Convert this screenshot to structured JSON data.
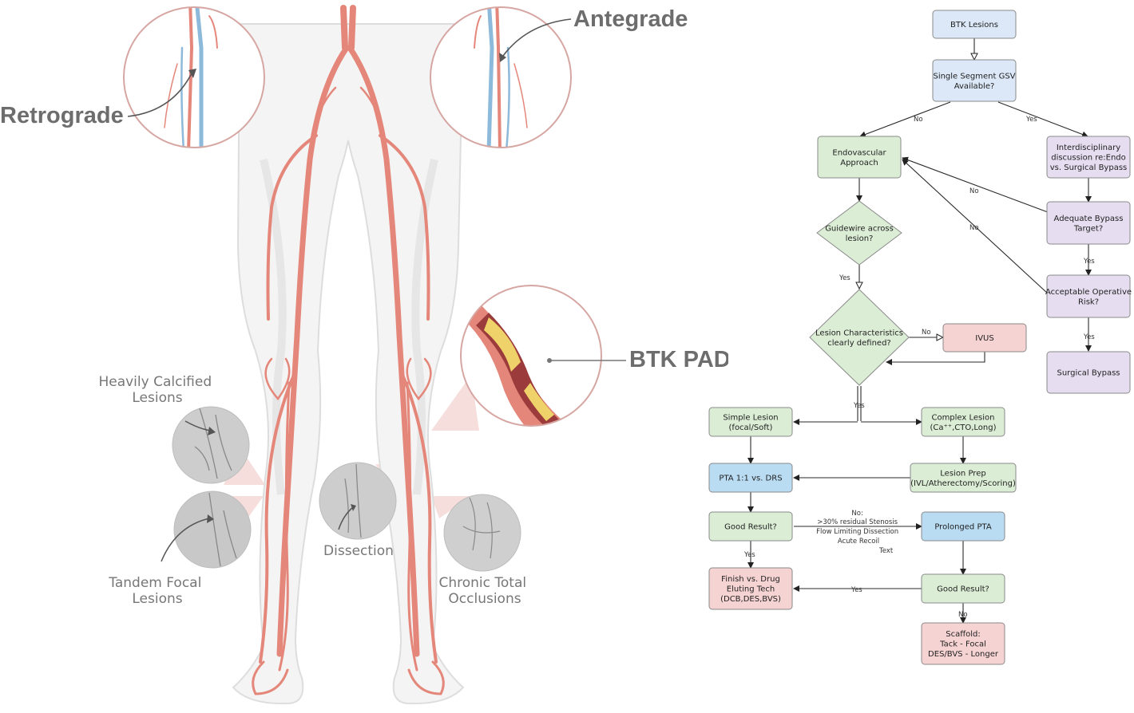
{
  "anatomy": {
    "retrograde": "Retrograde",
    "antegrade": "Antegrade",
    "btk_pad": "BTK PAD",
    "heavily_calcified": [
      "Heavily Calcified",
      "Lesions"
    ],
    "tandem_focal": [
      "Tandem Focal",
      "Lesions"
    ],
    "dissection": "Dissection",
    "cto": [
      "Chronic Total",
      "Occlusions"
    ]
  },
  "colors": {
    "blue": "#dce8f7",
    "green": "#dcedd6",
    "purple": "#e6ddf0",
    "red": "#f6d3d3",
    "strong_blue": "#b9dcf3",
    "artery": "#e4877a",
    "vein": "#8db9da",
    "plaque": "#f0d26a"
  },
  "flow": {
    "btk_lesions": [
      "BTK Lesions"
    ],
    "gsv": [
      "Single Segment GSV",
      "Available?"
    ],
    "endo": [
      "Endovascular",
      "Approach"
    ],
    "interdisc": [
      "Interdisciplinary",
      "discussion re:Endo",
      "vs. Surgical Bypass"
    ],
    "guidewire": [
      "Guidewire across",
      "lesion?"
    ],
    "bypass_target": [
      "Adequate Bypass",
      "Target?"
    ],
    "op_risk": [
      "Acceptable Operative",
      "Risk?"
    ],
    "lesion_char": [
      "Lesion Characteristics",
      "clearly defined?"
    ],
    "ivus": [
      "IVUS"
    ],
    "surgical_bypass": [
      "Surgical Bypass"
    ],
    "simple": [
      "Simple Lesion",
      "(focal/Soft)"
    ],
    "complex": [
      "Complex Lesion",
      "(Ca⁺⁺,CTO,Long)"
    ],
    "pta": [
      "PTA 1:1 vs. DRS"
    ],
    "prep": [
      "Lesion Prep",
      "(IVL/Atherectomy/Scoring)"
    ],
    "good1": [
      "Good Result?"
    ],
    "prolonged": [
      "Prolonged PTA"
    ],
    "finish": [
      "Finish vs. Drug",
      "Eluting Tech",
      "(DCB,DES,BVS)"
    ],
    "good2": [
      "Good Result?"
    ],
    "scaffold": [
      "Scaffold:",
      "Tack - Focal",
      "DES/BVS - Longer"
    ],
    "no_criteria": [
      "No:",
      ">30% residual Stenosis",
      "Flow Limiting Dissection",
      "Acute Recoil"
    ],
    "text_label": "Text",
    "no": "No",
    "yes": "Yes"
  }
}
